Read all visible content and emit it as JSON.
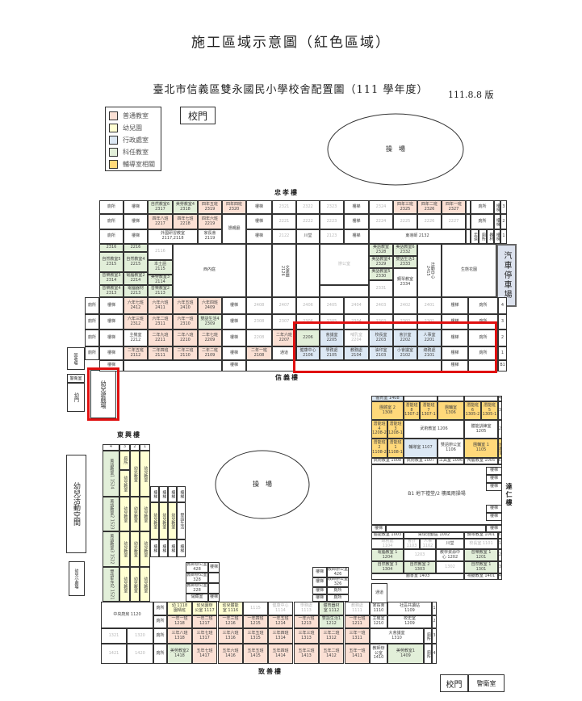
{
  "title": "施工區域示意圖（紅色區域）",
  "subtitle": "臺北市信義區雙永國民小學校舍配置圖（111 學年度）",
  "version": "111.8.8 版",
  "legend": [
    {
      "label": "普通教室",
      "color": "#fbe0d4"
    },
    {
      "label": "幼兒園",
      "color": "#ffffd2"
    },
    {
      "label": "行政處室",
      "color": "#dce8f4"
    },
    {
      "label": "科任教室",
      "color": "#e2efd9"
    },
    {
      "label": "輔導室相關",
      "color": "#ffd97a"
    }
  ],
  "type_colors": {
    "p": "#fbe0d4",
    "y": "#ffffd2",
    "b": "#dce8f4",
    "g": "#e2efd9",
    "o": "#ffd97a",
    "w": "#ffffff"
  },
  "highlight_color": "#e01010",
  "gate_top": "校門",
  "fields": {
    "top": "操　場",
    "bottom": "操　場"
  },
  "building_names": {
    "north": "忠孝樓",
    "xinyi": "信義樓",
    "east": "東興樓",
    "south": "致善樓",
    "right": "達仁樓"
  },
  "parking": "汽車停車場",
  "left_items": {
    "recycle": "回收場",
    "guard": "警衛室",
    "kid_gate": "幼門",
    "playground": "幼兒遊戲場",
    "activity": "幼兒活動空間",
    "theater": "幼兒小劇場"
  },
  "bottom": {
    "gate": "校門",
    "guard": "警衛室"
  },
  "sections": {
    "north_upper": [
      [
        [
          "廁所",
          "w"
        ],
        [
          "樓梯",
          "w"
        ],
        [
          "自然教室6\n2317",
          "g"
        ],
        [
          "美勞教室4\n2318",
          "g"
        ],
        [
          "四年五班\n2319",
          "p"
        ],
        [
          "四年四班\n2320",
          "p"
        ],
        [
          "樓梯",
          "w"
        ],
        [
          "2321",
          "x"
        ],
        [
          "2322",
          "x"
        ],
        [
          "2323",
          "x"
        ],
        [
          "樓梯",
          "w"
        ],
        [
          "2324",
          "x"
        ],
        [
          "四年三班\n2325",
          "p"
        ],
        [
          "四年二班\n2326",
          "p"
        ],
        [
          "四年一班\n2327",
          "p"
        ],
        [
          "",
          "w"
        ],
        [
          "廁所",
          "w"
        ],
        [
          "樓梯",
          "w"
        ],
        [
          "3",
          "w"
        ]
      ],
      [
        [
          "廁所",
          "w"
        ],
        [
          "樓梯",
          "w"
        ],
        [
          "四年八班\n2217",
          "p"
        ],
        [
          "四年七班\n2218",
          "p"
        ],
        [
          "四年六班\n2219",
          "p"
        ],
        [
          "懇親廳",
          "w"
        ],
        [
          "樓梯",
          "w"
        ],
        [
          "2221",
          "x"
        ],
        [
          "2222",
          "x"
        ],
        [
          "2223",
          "x"
        ],
        [
          "樓梯",
          "w"
        ],
        [
          "2224",
          "x"
        ],
        [
          "2225",
          "x"
        ],
        [
          "2226",
          "x"
        ],
        [
          "2227",
          "x"
        ],
        [
          "",
          "w"
        ],
        [
          "廁所",
          "w"
        ],
        [
          "樓梯",
          "w"
        ],
        [
          "2",
          "w"
        ]
      ],
      [
        [
          "廁所",
          "w"
        ],
        [
          "樓梯",
          "w"
        ],
        [
          "外國研習教室\n2117,2118",
          "w"
        ],
        [
          "家長會\n2119",
          "w"
        ],
        [
          "樓梯",
          "w"
        ],
        [
          "2122",
          "x"
        ],
        [
          "川堂",
          "w"
        ],
        [
          "2123",
          "x"
        ],
        [
          "樓梯",
          "w"
        ],
        [
          "東導師 2132",
          "w"
        ],
        [
          "",
          "w"
        ],
        [
          "走道",
          "w"
        ],
        [
          "廁所",
          "w"
        ],
        [
          "器材",
          "w"
        ],
        [
          "樓梯",
          "w"
        ],
        [
          "1",
          "w"
        ]
      ]
    ],
    "north_middle": [
      [
        [
          "2316",
          "g"
        ],
        [
          "2216",
          "g"
        ],
        [
          "2116",
          "x"
        ],
        [
          "自然教室5\n2315",
          "g"
        ],
        [
          "自然教室4\n2215",
          "g"
        ],
        [
          "本土語\n2115",
          "g"
        ],
        [
          "音樂教室3\n2314",
          "g"
        ],
        [
          "電腦教室2\n2214",
          "g"
        ],
        [
          "美勞教室3\n2114",
          "g"
        ],
        [
          "音樂教室4\n2313",
          "g"
        ],
        [
          "電腦器材\n2213",
          "g"
        ],
        [
          "音樂教室2\n2113",
          "g"
        ],
        [
          "西內庭",
          "w"
        ],
        [
          "",
          "w"
        ],
        [
          "文康廳\n2126",
          "w"
        ],
        [
          "",
          "w"
        ],
        [
          "辦公室",
          "x"
        ],
        [
          "",
          "w"
        ],
        [
          "美語教室\n2328",
          "g"
        ],
        [
          "美語教室6\n2332",
          "g"
        ],
        [
          "美語教室4\n2329",
          "g"
        ],
        [
          "雙語生活3\n2333",
          "g"
        ],
        [
          "美語教室5\n2330",
          "g"
        ],
        [
          "鋼琴教室\n2334",
          "w"
        ],
        [
          "2331",
          "x"
        ],
        [
          "活動中心\n2415",
          "w"
        ],
        [
          "生態花園",
          "w"
        ]
      ]
    ],
    "north_lower": [
      [
        [
          "廁所",
          "w"
        ],
        [
          "樓梯",
          "w"
        ],
        [
          "六年七班\n2412",
          "p"
        ],
        [
          "六年六班\n2411",
          "p"
        ],
        [
          "六年五班\n2410",
          "p"
        ],
        [
          "六年四班\n2409",
          "p"
        ],
        [
          "樓梯",
          "w"
        ],
        [
          "2408",
          "x"
        ],
        [
          "2407",
          "x"
        ],
        [
          "2406",
          "x"
        ],
        [
          "2405",
          "x"
        ],
        [
          "2404",
          "x"
        ],
        [
          "2403",
          "x"
        ],
        [
          "2402",
          "x"
        ],
        [
          "2401",
          "x"
        ],
        [
          "樓梯",
          "w"
        ],
        [
          "廁所",
          "w"
        ],
        [
          "4",
          "w"
        ]
      ],
      [
        [
          "廁所",
          "w"
        ],
        [
          "樓梯",
          "w"
        ],
        [
          "六年三班\n2312",
          "p"
        ],
        [
          "六年二班\n2311",
          "p"
        ],
        [
          "六年一班\n2310",
          "p"
        ],
        [
          "雙語生活4\n2309",
          "g"
        ],
        [
          "樓梯",
          "w"
        ],
        [
          "2308",
          "x"
        ],
        [
          "2307",
          "x"
        ],
        [
          "2306",
          "x"
        ],
        [
          "2305",
          "x"
        ],
        [
          "2304",
          "x"
        ],
        [
          "2303",
          "x"
        ],
        [
          "2302",
          "x"
        ],
        [
          "2301",
          "x"
        ],
        [
          "樓梯",
          "w"
        ],
        [
          "廁所",
          "w"
        ],
        [
          "3",
          "w"
        ]
      ],
      [
        [
          "廁所",
          "w"
        ],
        [
          "樓梯",
          "w"
        ],
        [
          "主機室\n2212",
          "w"
        ],
        [
          "二年九班\n2211",
          "p"
        ],
        [
          "二年八班\n2210",
          "p"
        ],
        [
          "二年七班\n2209",
          "p"
        ],
        [
          "樓梯",
          "w"
        ],
        [
          "2208",
          "x"
        ],
        [
          "二年六班\n2207",
          "p"
        ],
        [
          "2206",
          "g"
        ],
        [
          "會議室\n2205",
          "b"
        ],
        [
          "哺乳室\n2204",
          "x"
        ],
        [
          "校長室\n2203",
          "b"
        ],
        [
          "會計室\n2202",
          "b"
        ],
        [
          "人事室\n2201",
          "b"
        ],
        [
          "樓梯",
          "w"
        ],
        [
          "廁所",
          "w"
        ],
        [
          "2",
          "w"
        ]
      ],
      [
        [
          "廁所",
          "w"
        ],
        [
          "樓梯",
          "w"
        ],
        [
          "二年五班\n2112",
          "p"
        ],
        [
          "二年四班\n2111",
          "p"
        ],
        [
          "二年三班\n2110",
          "p"
        ],
        [
          "二年二班\n2109",
          "p"
        ],
        [
          "樓梯",
          "w"
        ],
        [
          "二年一班\n2108",
          "p"
        ],
        [
          "通道",
          "w"
        ],
        [
          "健康中心\n2106",
          "b"
        ],
        [
          "學務處\n2105",
          "b"
        ],
        [
          "教務處\n2104",
          "b"
        ],
        [
          "油印室\n2103",
          "b"
        ],
        [
          "小會議室\n2102",
          "b"
        ],
        [
          "總務處\n2101",
          "b"
        ],
        [
          "樓梯",
          "w"
        ],
        [
          "廁所",
          "w"
        ],
        [
          "1",
          "w"
        ]
      ],
      [
        [
          "樓梯",
          "w"
        ],
        [
          "",
          "w"
        ],
        [
          "樓梯",
          "w"
        ],
        [
          "",
          "w"
        ],
        [
          "樓梯",
          "w"
        ],
        [
          "",
          "w"
        ],
        [
          "B1",
          "w"
        ]
      ]
    ],
    "east": [
      [
        [
          "4",
          "w"
        ],
        [
          "3",
          "w"
        ],
        [
          "2",
          "w"
        ],
        [
          "1",
          "w"
        ],
        [
          "美語教室1 1524",
          "g"
        ],
        [
          "美語教室2 1523",
          "g"
        ],
        [
          "美語教室3 1522",
          "g"
        ],
        [
          "雙語生活2 1521",
          "g"
        ],
        [
          "廁所",
          "y"
        ],
        [
          "幼兒教室",
          "y"
        ],
        [
          "幼兒教室",
          "y"
        ],
        [
          "幼兒教室",
          "y"
        ],
        [
          "幼兒教室",
          "y"
        ],
        [
          "幼兒教室",
          "y"
        ],
        [
          "幼兒教室",
          "y"
        ],
        [
          "幼兒教室",
          "y"
        ],
        [
          "幼兒教室",
          "y"
        ],
        [
          "幼兒教室",
          "y"
        ],
        [
          "幼兒教室",
          "y"
        ],
        [
          "幼兒教室",
          "y"
        ],
        [
          "幼兒教室",
          "y"
        ],
        [
          "樓梯",
          "w"
        ],
        [
          "樓梯",
          "w"
        ],
        [
          "樓梯",
          "w"
        ],
        [
          "樓梯",
          "w"
        ],
        [
          "幼兒教室",
          "y"
        ],
        [
          "幼兒教室",
          "y"
        ],
        [
          "幼兒教室",
          "y"
        ],
        [
          "雙語生活",
          "w"
        ],
        [
          "樓梯",
          "w"
        ],
        [
          "樓梯",
          "w"
        ],
        [
          "樓梯",
          "w"
        ],
        [
          "樓梯",
          "w"
        ]
      ]
    ],
    "offices": [
      [
        [
          "教師辦公室\n428",
          "w"
        ],
        [
          "樓梯",
          "w"
        ],
        [
          "教師辦公室\n328",
          "w"
        ],
        [
          "",
          "w"
        ],
        [
          "教師辦公室\n228",
          "w"
        ],
        [
          "",
          "w"
        ],
        [
          "儲藏室",
          "w"
        ],
        [
          "樓梯",
          "w"
        ],
        [
          "樓梯",
          "w"
        ],
        [
          "教師辦公室\n426",
          "w"
        ],
        [
          "樓梯",
          "w"
        ],
        [
          "教師辦公室\n326",
          "w"
        ],
        [
          "樓梯",
          "w"
        ],
        [
          "廁所",
          "w"
        ],
        [
          "樓梯",
          "w"
        ],
        [
          "廁所",
          "w"
        ]
      ]
    ],
    "south": [
      [
        [
          "中央廚房 1120",
          "w"
        ],
        [
          "廁所",
          "w"
        ],
        [
          "幼 1118\n園晴班",
          "y"
        ],
        [
          "幼兒園辦\n公室 1117",
          "y"
        ],
        [
          "幼兒體能\n室 1116",
          "y"
        ],
        [
          "1115",
          "x"
        ],
        [
          "健康中心\n1114",
          "x"
        ],
        [
          "學務處\n1113",
          "x"
        ],
        [
          "體育器材\n室 1112",
          "g"
        ],
        [
          "教務處\n1111",
          "x"
        ],
        [
          "家長會\n1110",
          "w"
        ],
        [
          "社區共讀站\n1109",
          "w"
        ],
        [
          "1",
          "w"
        ]
      ],
      [
        [
          "廁所",
          "w"
        ],
        [
          "一年一班\n1218",
          "p"
        ],
        [
          "一年二班\n1217",
          "p"
        ],
        [
          "一年三班\n1216",
          "p"
        ],
        [
          "一年四班\n1215",
          "p"
        ],
        [
          "一年五班\n1214",
          "p"
        ],
        [
          "一年六班\n1213",
          "p"
        ],
        [
          "雙語生活1\n1212",
          "g"
        ],
        [
          "一年七班\n1211",
          "p"
        ],
        [
          "主機室\n1210",
          "w"
        ],
        [
          "校史室\n1209",
          "w"
        ],
        [
          "2",
          "w"
        ]
      ],
      [
        [
          "1321",
          "x"
        ],
        [
          "1320",
          "x"
        ],
        [
          "廁所",
          "w"
        ],
        [
          "三年八班\n1318",
          "p"
        ],
        [
          "三年七班\n1317",
          "p"
        ],
        [
          "三年六班\n1316",
          "p"
        ],
        [
          "三年五班\n1315",
          "p"
        ],
        [
          "三年四班\n1314",
          "p"
        ],
        [
          "三年三班\n1313",
          "p"
        ],
        [
          "三年二班\n1312",
          "p"
        ],
        [
          "三年一班\n1311",
          "p"
        ],
        [
          "大會議室\n1310",
          "w"
        ],
        [
          "廁所",
          "w"
        ],
        [
          "3",
          "w"
        ]
      ],
      [
        [
          "1421",
          "x"
        ],
        [
          "1420",
          "x"
        ],
        [
          "廁所",
          "w"
        ],
        [
          "美勞教室2\n1418",
          "g"
        ],
        [
          "五年七班\n1417",
          "p"
        ],
        [
          "五年六班\n1416",
          "p"
        ],
        [
          "五年五班\n1415",
          "p"
        ],
        [
          "五年四班\n1414",
          "p"
        ],
        [
          "五年三班\n1413",
          "p"
        ],
        [
          "五年二班\n1412",
          "p"
        ],
        [
          "五年一班\n1411",
          "p"
        ],
        [
          "教師辦\n公室\n1410",
          "w"
        ],
        [
          "美勞教室1\n1409",
          "g"
        ],
        [
          "廁所",
          "w"
        ],
        [
          "4",
          "w"
        ]
      ]
    ],
    "right_upper": [
      [
        [
          "體育室 1408",
          "b"
        ],
        [
          "",
          "w"
        ],
        [
          "",
          "w"
        ],
        [
          "",
          "w"
        ],
        [
          "4",
          "w"
        ]
      ],
      [
        [
          "團體室 2\n1308",
          "o"
        ],
        [
          "潛能班\n8\n1307-2",
          "o"
        ],
        [
          "潛能班\n7\n1307-1",
          "o"
        ],
        [
          "團輔室\n1306",
          "o"
        ],
        [
          "潛能班\n6\n1305-2",
          "o"
        ],
        [
          "潛能班\n5\n1305-1",
          "o"
        ],
        [
          "3",
          "w"
        ]
      ],
      [
        [
          "潛能班\n4\n1208-2",
          "o"
        ],
        [
          "潛能班\n3\n1208-1",
          "o"
        ],
        [
          "武術教室 1206",
          "w"
        ],
        [
          "體能訓練室\n1205",
          "w"
        ],
        [
          "2",
          "w"
        ]
      ],
      [
        [
          "潛能班\n2\n1108-2",
          "o"
        ],
        [
          "潛能班\n1\n1108-1",
          "o"
        ],
        [
          "輔導室 1107",
          "b"
        ],
        [
          "雙語辦公室\n1106",
          "w"
        ],
        [
          "團輔室 1\n1105",
          "o"
        ],
        [
          "特教室",
          "o"
        ]
      ],
      [
        [
          "武術教室 1008",
          "w"
        ],
        [
          "武術教室 1007",
          "w"
        ],
        [
          "工具室 1006",
          "w"
        ],
        [
          "陶藝教室 1005",
          "w"
        ],
        [
          "B1",
          "w"
        ]
      ]
    ],
    "right_lower": [
      [
        [
          "B1 地下禮堂/2 樓風雨操場",
          "w"
        ],
        [
          "樓梯",
          "w"
        ],
        [
          "樓梯",
          "w"
        ],
        [
          "樓梯",
          "w"
        ],
        [
          "樓梯",
          "w"
        ],
        [
          "樓梯",
          "w"
        ],
        [
          "樓梯",
          "w"
        ],
        [
          "",
          "w"
        ],
        [
          "樓梯",
          "w"
        ],
        [
          "通道",
          "w"
        ]
      ],
      [
        [
          "體能教室 1003",
          "w"
        ],
        [
          "桌球活動區 1002",
          "w"
        ],
        [
          "鋼琴教室 1001",
          "w"
        ],
        [
          "B1",
          "w"
        ]
      ],
      [
        [
          "總務處\n1104",
          "x"
        ],
        [
          "會計\n1103",
          "x"
        ],
        [
          "人事\n1102",
          "x"
        ],
        [
          "川堂",
          "w"
        ],
        [
          "校長室 1101",
          "x"
        ],
        [
          "1",
          "w"
        ]
      ],
      [
        [
          "電腦教室 1\n1204",
          "g"
        ],
        [
          "1203",
          "x"
        ],
        [
          "教學資源中\n心 1202",
          "w"
        ],
        [
          "音樂教室 1\n1201",
          "g"
        ],
        [
          "2",
          "w"
        ]
      ],
      [
        [
          "自然教室 3\n1304",
          "g"
        ],
        [
          "自然教室 2\n1303",
          "g"
        ],
        [
          "1302",
          "x"
        ],
        [
          "自然教室 1\n1301",
          "g"
        ],
        [
          "3",
          "w"
        ]
      ],
      [
        [
          "圖書室 1403",
          "w"
        ],
        [
          "視聽教室 1401",
          "w"
        ],
        [
          "4",
          "w"
        ]
      ]
    ]
  }
}
